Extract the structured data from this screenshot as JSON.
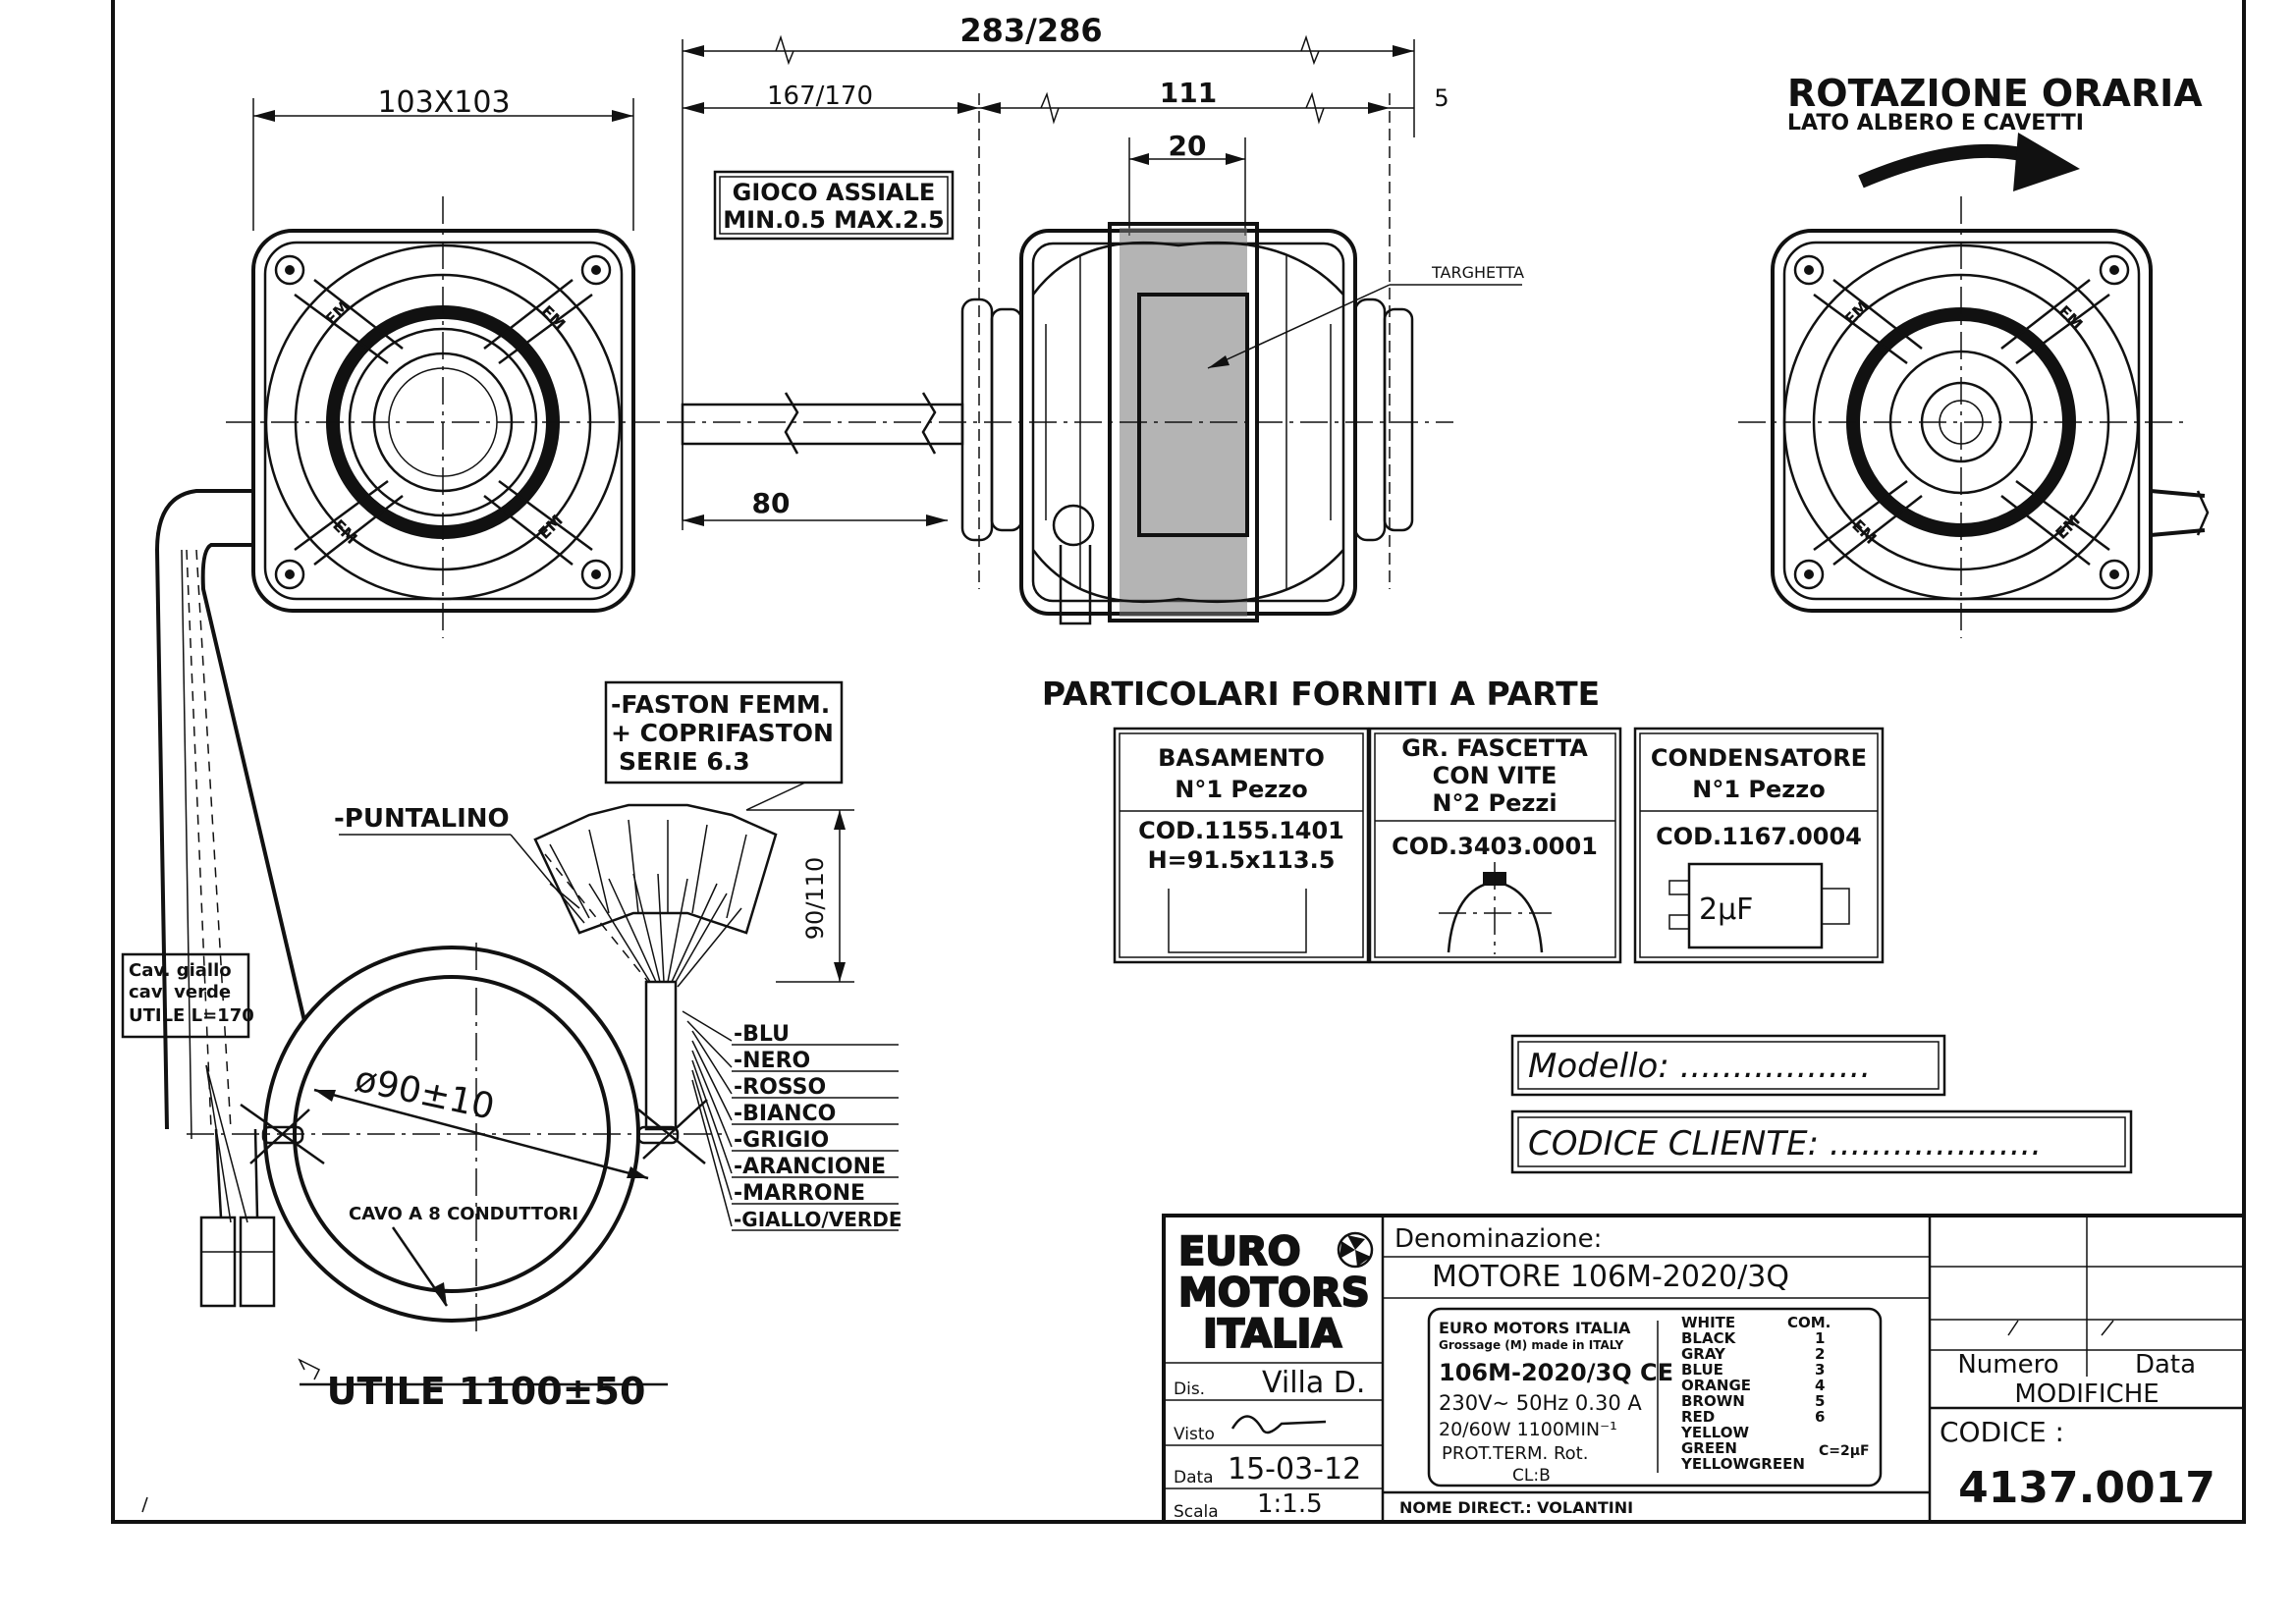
{
  "dimensions": {
    "overall_length": "283/286",
    "flange_size": "103X103",
    "shaft_section": "167/170",
    "body_length": "111",
    "stack_width": "20",
    "rear_gap": "5",
    "shaft_length": "80",
    "fan_height": "90/110",
    "coil_diameter": "ø90±10",
    "useful_length": "UTILE 1100±50"
  },
  "notes": {
    "axial_play_line1": "GIOCO ASSIALE",
    "axial_play_line2": "MIN.0.5 MAX.2.5",
    "nameplate": "TARGHETTA",
    "rotation_title": "ROTAZIONE ORARIA",
    "rotation_sub": "LATO ALBERO E CAVETTI",
    "faston_line1": "-FASTON FEMM.",
    "faston_line2": "+ COPRIFASTON",
    "faston_line3": "SERIE 6.3",
    "puntalino": "-PUNTALINO",
    "cable_label": "CAVO A 8 CONDUTTORI",
    "yellow_green_line1": "Cav. giallo",
    "yellow_green_line2": "cav. verde",
    "yellow_green_line3": "UTILE L=170",
    "flange_mark": "EM"
  },
  "wires": [
    "-BLU",
    "-NERO",
    "-ROSSO",
    "-BIANCO",
    "-GRIGIO",
    "-ARANCIONE",
    "-MARRONE",
    "-GIALLO/VERDE"
  ],
  "parts": {
    "title": "PARTICOLARI FORNITI A PARTE",
    "items": [
      {
        "name": "BASAMENTO",
        "qty": "N°1 Pezzo",
        "code": "COD.1155.1401",
        "extra": "H=91.5x113.5"
      },
      {
        "name": "GR. FASCETTA",
        "name2": "CON VITE",
        "qty": "N°2 Pezzi",
        "code": "COD.3403.0001"
      },
      {
        "name": "CONDENSATORE",
        "qty": "N°1 Pezzo",
        "code": "COD.1167.0004",
        "extra": "2μF"
      }
    ]
  },
  "fields": {
    "model": "Modello: ..................",
    "customer_code": "CODICE CLIENTE: ...................."
  },
  "title_block": {
    "logo_line1": "EURO",
    "logo_line2": "MOTORS",
    "logo_line3": "ITALIA",
    "denominazione_label": "Denominazione:",
    "denominazione": "MOTORE 106M-2020/3Q",
    "dis_label": "Dis.",
    "dis_value": "Villa D.",
    "visto_label": "Visto",
    "data_label": "Data",
    "data_value": "15-03-12",
    "scala_label": "Scala",
    "scala_value": "1:1.5",
    "nome_direct": "NOME DIRECT.: VOLANTINI",
    "numero_label": "Numero",
    "data_col_label": "Data",
    "modifiche_label": "MODIFICHE",
    "codice_label": "CODICE :",
    "codice_value": "4137.0017"
  },
  "nameplate": {
    "maker": "EURO MOTORS ITALIA",
    "made": "Grossage (M) made in ITALY",
    "model": "106M-2020/3Q CE",
    "rating": "230V~ 50Hz 0.30 A",
    "power": "20/60W 1100MIN⁻¹",
    "protection": "PROT.TERM. Rot.",
    "class": "CL:B",
    "connections": [
      {
        "color": "WHITE",
        "terminal": "COM."
      },
      {
        "color": "BLACK",
        "terminal": "1"
      },
      {
        "color": "GRAY",
        "terminal": "2"
      },
      {
        "color": "BLUE",
        "terminal": "3"
      },
      {
        "color": "ORANGE",
        "terminal": "4"
      },
      {
        "color": "BROWN",
        "terminal": "5"
      },
      {
        "color": "RED",
        "terminal": "6"
      },
      {
        "color": "YELLOW",
        "terminal": ""
      },
      {
        "color": "GREEN",
        "terminal": "C=2μF"
      },
      {
        "color": "YELLOWGREEN",
        "terminal": ""
      }
    ]
  }
}
